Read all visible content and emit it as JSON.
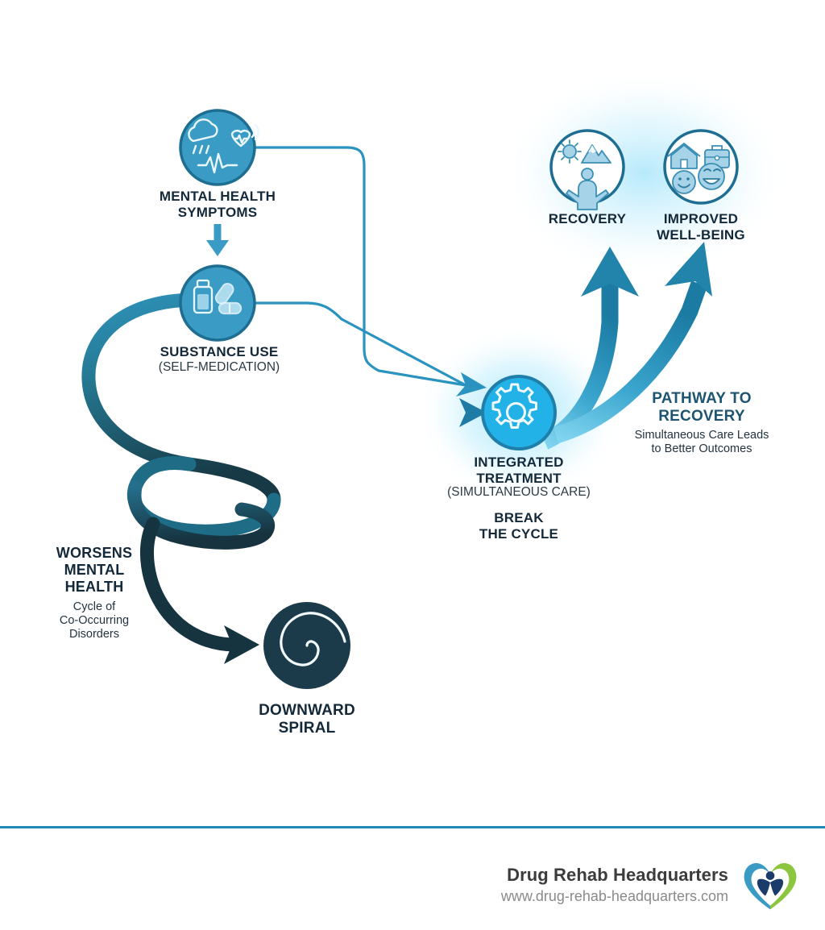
{
  "infographic": {
    "nodes": {
      "mental_health": {
        "title": "MENTAL HEALTH\nSYMPTOMS",
        "icons": [
          "cloud-rain-icon",
          "heart-pulse-icon",
          "ecg-line-icon"
        ],
        "circle_color": "#3a9cc4",
        "border_color": "#1d6e91"
      },
      "substance_use": {
        "title": "SUBSTANCE USE",
        "subtitle": "(SELF-MEDICATION)",
        "icons": [
          "medicine-bottle-icon",
          "capsule-pill-icon",
          "tablet-pill-icon"
        ],
        "circle_color": "#3a9cc4",
        "border_color": "#1d6e91"
      },
      "integrated_treatment": {
        "title": "INTEGRATED\nTREATMENT",
        "subtitle": "(SIMULTANEOUS CARE)",
        "callout": "BREAK\nTHE CYCLE",
        "icons": [
          "gear-icon"
        ],
        "circle_color": "#23b2e8",
        "border_color": "#1d6e91"
      },
      "recovery": {
        "title": "RECOVERY",
        "icons": [
          "sun-icon",
          "mountain-icon",
          "person-arms-up-icon"
        ],
        "circle_color": "#ffffff",
        "border_color": "#1d6e91"
      },
      "improved_wellbeing": {
        "title": "IMPROVED\nWELL-BEING",
        "icons": [
          "house-icon",
          "briefcase-icon",
          "smiley-icon",
          "grin-icon"
        ],
        "circle_color": "#ffffff",
        "border_color": "#1d6e91"
      },
      "downward_spiral": {
        "title": "DOWNWARD\nSPIRAL",
        "icons": [
          "spiral-icon"
        ],
        "circle_color": "#1b3b4b"
      }
    },
    "annotations": {
      "worsens": {
        "title": "WORSENS\nMENTAL\nHEALTH",
        "subtitle": "Cycle of\nCo-Occurring\nDisorders"
      },
      "pathway": {
        "title": "PATHWAY TO\nRECOVERY",
        "subtitle": "Simultaneous Care Leads\nto Better Outcomes"
      }
    },
    "colors": {
      "primary_blue": "#2089b4",
      "bright_cyan": "#23b2e8",
      "dark_navy": "#1b3b4b",
      "teal": "#1d6e91",
      "text_dark": "#13293a"
    }
  },
  "footer": {
    "title": "Drug Rehab Headquarters",
    "url": "www.drug-rehab-headquarters.com",
    "logo": "heart-person-logo",
    "logo_colors": {
      "left": "#3a9cc4",
      "right": "#8cc63f",
      "figure": "#1b3b6b"
    }
  }
}
